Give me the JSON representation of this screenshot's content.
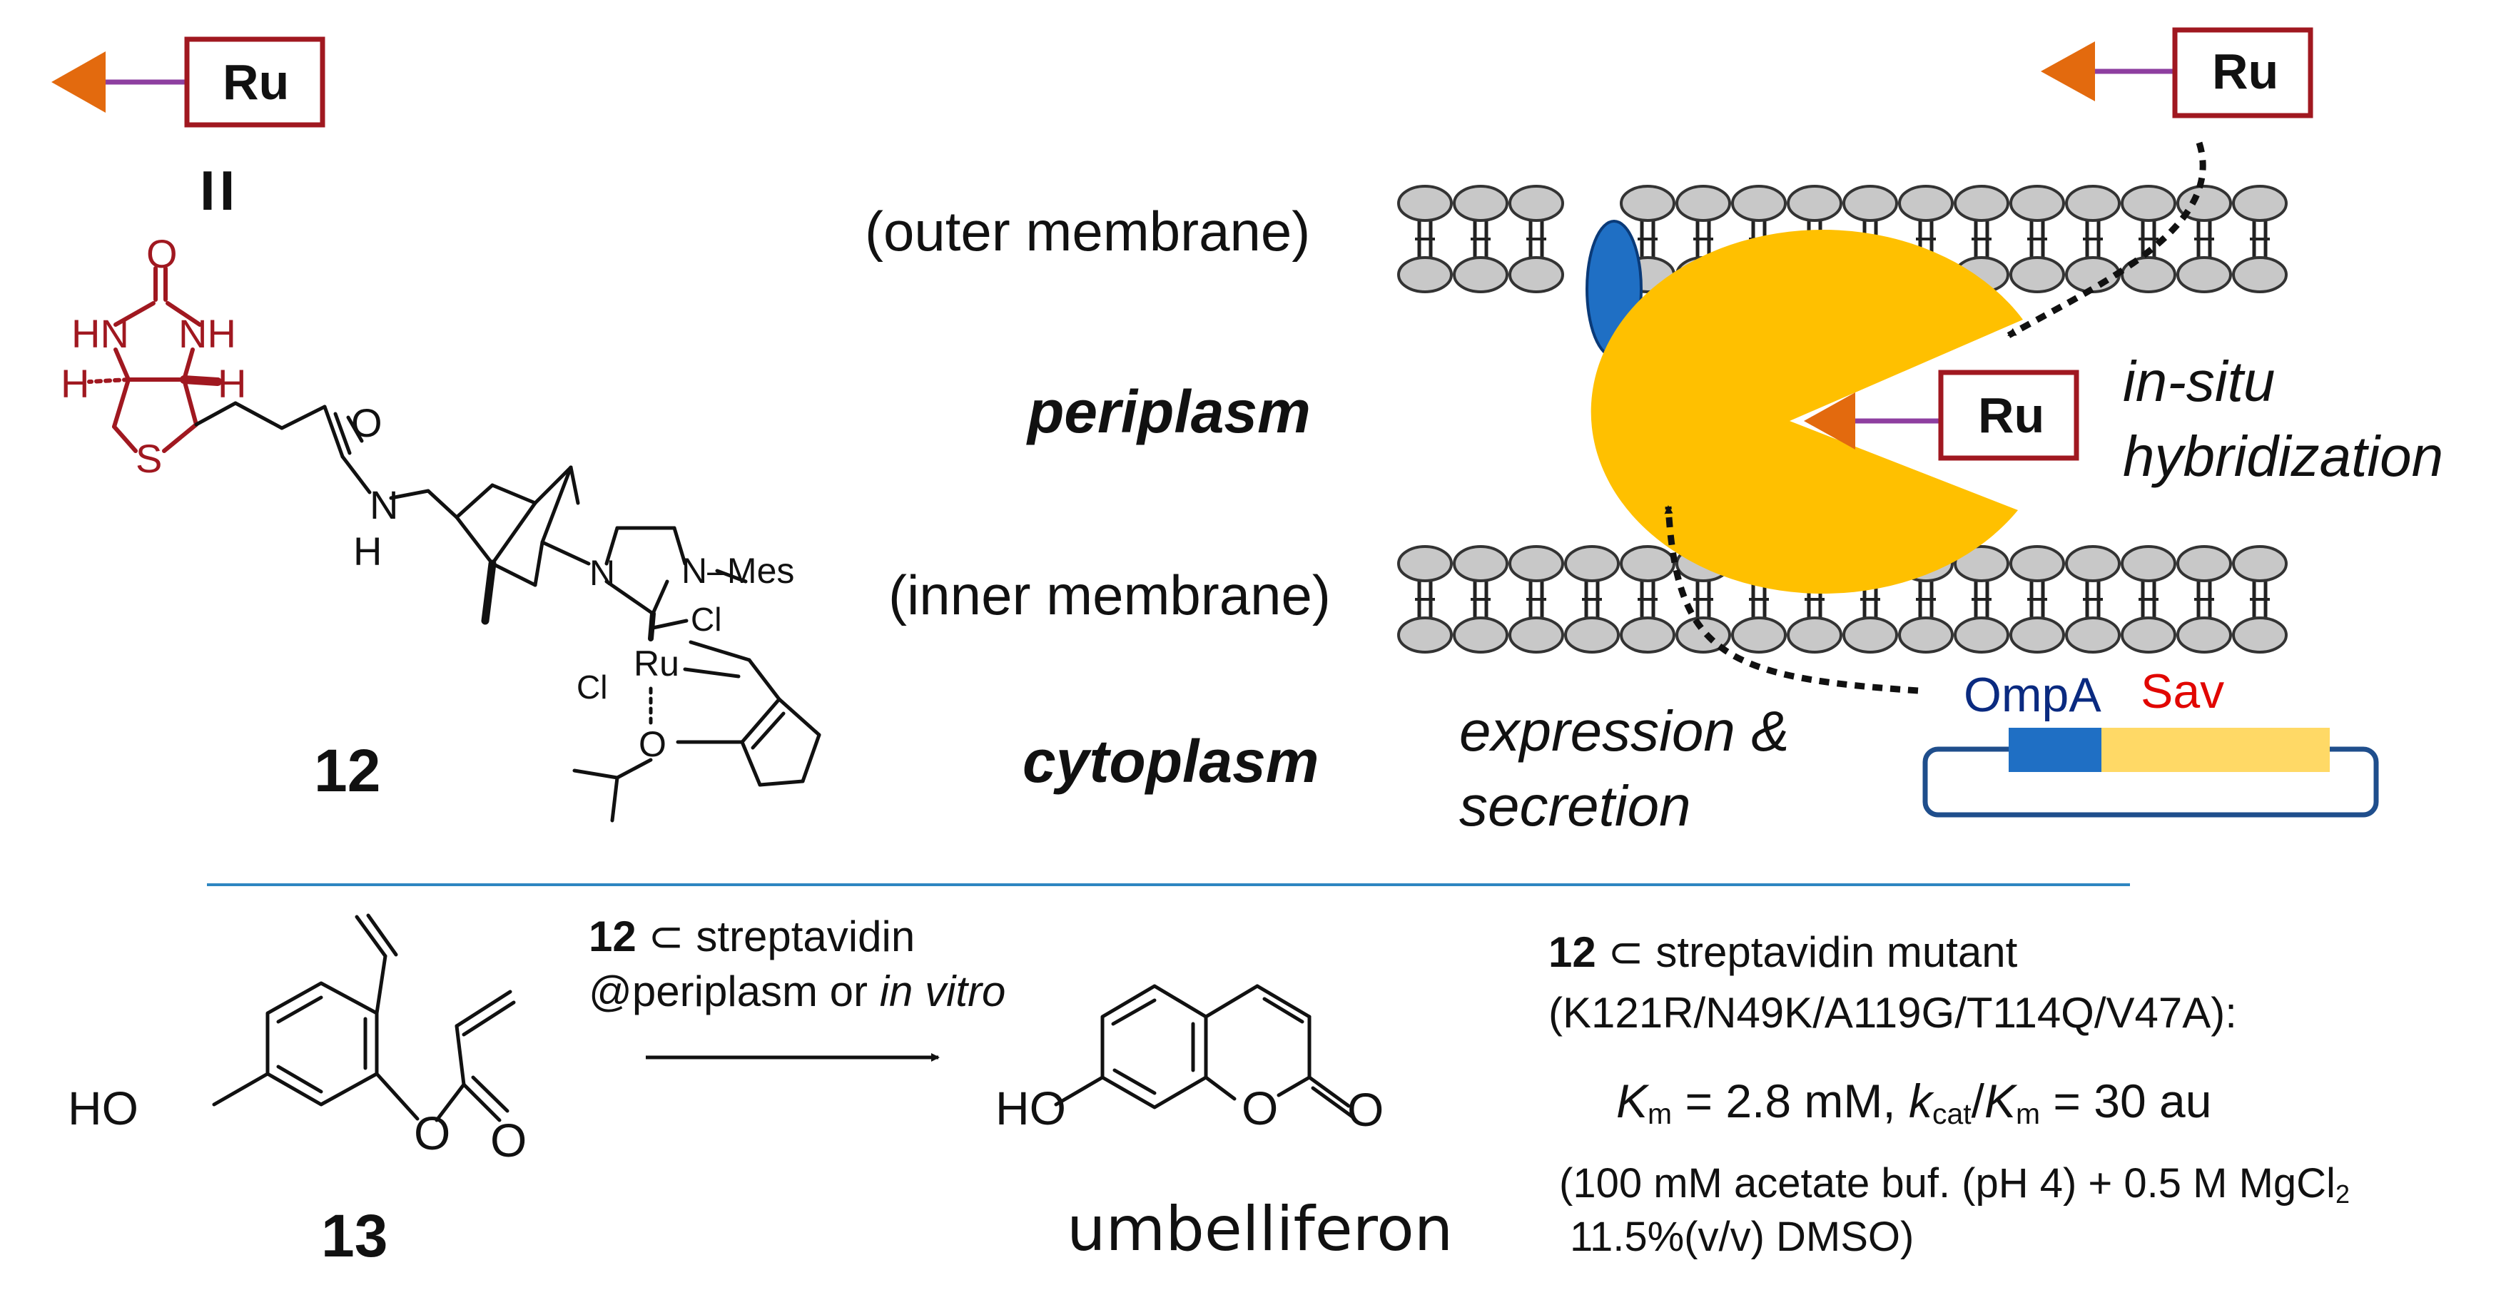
{
  "ru_label": "Ru",
  "equals": "II",
  "compound12": {
    "number": "12",
    "atoms": {
      "o_top": "O",
      "hn": "HN",
      "nh": "NH",
      "h_left": "H",
      "h_right": "H",
      "s": "S",
      "o_amide": "O",
      "n_amide": "N",
      "h_amide": "H",
      "n1": "N",
      "n_mes": "N–Mes",
      "cl_top": "Cl",
      "ru": "Ru",
      "cl_left": "Cl",
      "o_ipr": "O"
    }
  },
  "cell": {
    "outer_membrane": "(outer membrane)",
    "periplasm": "periplasm",
    "inner_membrane": "(inner membrane)",
    "cytoplasm": "cytoplasm",
    "in_situ_line1": "in-situ",
    "in_situ_line2": "hybridization",
    "expression_line1": "expression &",
    "expression_line2": "secretion",
    "ompa": "OmpA",
    "sav": "Sav"
  },
  "reaction": {
    "compound13": "13",
    "ho_13": "HO",
    "o_ester": "O",
    "o_carbonyl": "O",
    "catalyst_num": "12",
    "catalyst_text": " ⊂ streptavidin",
    "condition_prefix": "@periplasm or ",
    "condition_italic": "in vitro",
    "product": "umbelliferon",
    "ho_prod": "HO",
    "o_ring": "O",
    "o_lactone": "O"
  },
  "kinetics": {
    "catalyst_num": "12",
    "catalyst_text": " ⊂ streptavidin mutant",
    "mutant": "(K121R/N49K/A119G/T114Q/V47A):",
    "km_symbol": "K",
    "km_sub": "m",
    "km_value": " = 2.8 mM, ",
    "kcat_symbol": "k",
    "kcat_sub": "cat",
    "slash": "/",
    "km2_symbol": "K",
    "km2_sub": "m",
    "kcat_value": " = 30 au",
    "buffer_line1": "(100 mM acetate buf. (pH 4) + 0.5 M MgCl",
    "buffer_sub": "2",
    "buffer_line2": "11.5%(v/v) DMSO)"
  },
  "colors": {
    "ru_box": "#a01820",
    "linker": "#8e3fa0",
    "arrowhead": "#e36a0e",
    "sav_protein": "#ffc000",
    "ompa_anchor": "#1f6fc4",
    "biotin": "#a01820",
    "membrane_head": "#c8c8c8",
    "divider": "#2e86c1",
    "plasmid": "#1f4e8c",
    "ompa_gene": "#1f6fc4",
    "sav_gene": "#ffd966"
  }
}
